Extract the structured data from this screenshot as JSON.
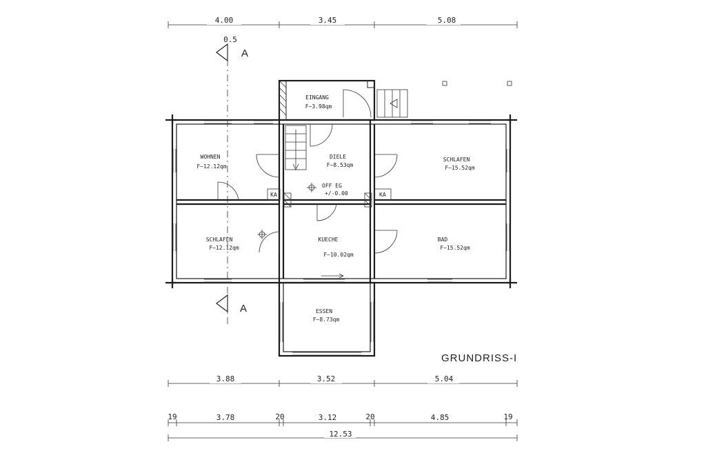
{
  "title": "GRUNDRISS-I",
  "section": {
    "label": "A",
    "offset": "0.5"
  },
  "dimensions": {
    "top": [
      "4.00",
      "3.45",
      "5.08"
    ],
    "bottom1": [
      "3.88",
      "3.52",
      "5.04"
    ],
    "bottom2": [
      "19",
      "3.78",
      "20",
      "3.12",
      "20",
      "4.85",
      "19"
    ],
    "total": "12.53"
  },
  "rooms": {
    "eingang": {
      "name": "EINGANG",
      "area": "F~3.98qm"
    },
    "wohnen": {
      "name": "WOHNEN",
      "area": "F~12.12qm"
    },
    "diele": {
      "name": "DIELE",
      "area": "F~8.53qm"
    },
    "schlafen1": {
      "name": "SCHLAFEN",
      "area": "F~15.52qm"
    },
    "schlafen2": {
      "name": "SCHLAFEN",
      "area": "F~12.12qm"
    },
    "kueche": {
      "name": "KUECHE",
      "area": "F~10.02qm"
    },
    "bad": {
      "name": "BAD",
      "area": "F~15.52qm"
    },
    "essen": {
      "name": "ESSEN",
      "area": "F~8.73qm"
    }
  },
  "level": {
    "name": "OFF EG",
    "value": "+/-0.00"
  },
  "ka": "KA"
}
